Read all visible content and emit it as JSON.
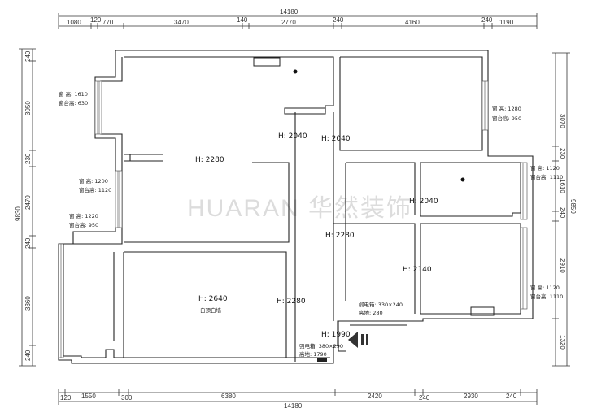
{
  "watermark": "HUARAN 华然装饰",
  "dimensions": {
    "top_total": "14180",
    "top_segments": [
      "1080",
      "120",
      "770",
      "3470",
      "140",
      "2770",
      "240",
      "4160",
      "240",
      "1190"
    ],
    "bottom_total": "14180",
    "bottom_segments": [
      "120",
      "1550",
      "300",
      "6380",
      "2420",
      "240",
      "2930",
      "240"
    ],
    "left_total": "9830",
    "left_segments": [
      "240",
      "3050",
      "230",
      "2470",
      "240",
      "3360",
      "240"
    ],
    "right_total": "9850",
    "right_segments": [
      "3070",
      "230",
      "1610",
      "240",
      "2910",
      "1320"
    ]
  },
  "heights": {
    "living_top": "H: 2280",
    "corridor_a": "H: 2040",
    "corridor_b": "H: 2040",
    "bedroom_mid": "H: 2040",
    "hall": "H: 2280",
    "room_right": "H: 2140",
    "living_bottom": "H: 2640",
    "living_bottom_note": "白顶白墙",
    "entry_hall": "H: 2280",
    "entry": "H: 1990"
  },
  "windows": {
    "w1_height": "窗 高: 1610",
    "w1_sill": "窗台高: 630",
    "w2_height": "窗 高: 1200",
    "w2_sill": "窗台高: 1120",
    "w3_height": "窗 高: 1220",
    "w3_sill": "窗台高: 950",
    "w4_height": "窗 高: 1280",
    "w4_sill": "窗台高: 950",
    "w5_height": "窗 高: 1120",
    "w5_sill": "窗台高: 1110",
    "w6_height": "窗 高: 1120",
    "w6_sill": "窗台高: 1110"
  },
  "electrical": {
    "weak_box": "弱电箱: 330×240",
    "weak_box_height": "高地: 280",
    "strong_box": "强电箱: 380×290",
    "strong_box_height": "高地: 1790"
  }
}
